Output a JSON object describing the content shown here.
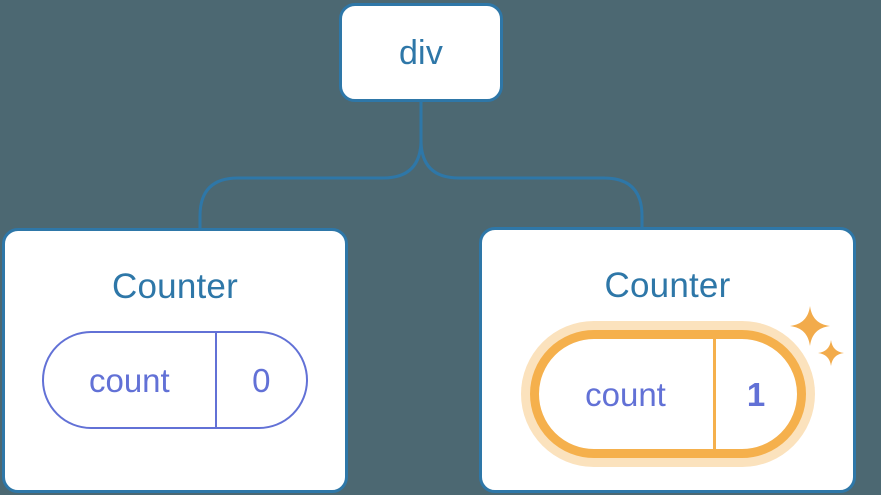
{
  "diagram": {
    "background_color": "#4c6872",
    "node_border_color": "#2e77a8",
    "node_text_color": "#2e77a8",
    "state_color": "#6271d6",
    "highlight_color": "#f5b04c",
    "highlight_glow_color": "#fbe2bd",
    "root": {
      "label": "div"
    },
    "children": [
      {
        "label": "Counter",
        "state": {
          "key": "count",
          "value": "0"
        },
        "highlighted": false
      },
      {
        "label": "Counter",
        "state": {
          "key": "count",
          "value": "1"
        },
        "highlighted": true
      }
    ]
  }
}
